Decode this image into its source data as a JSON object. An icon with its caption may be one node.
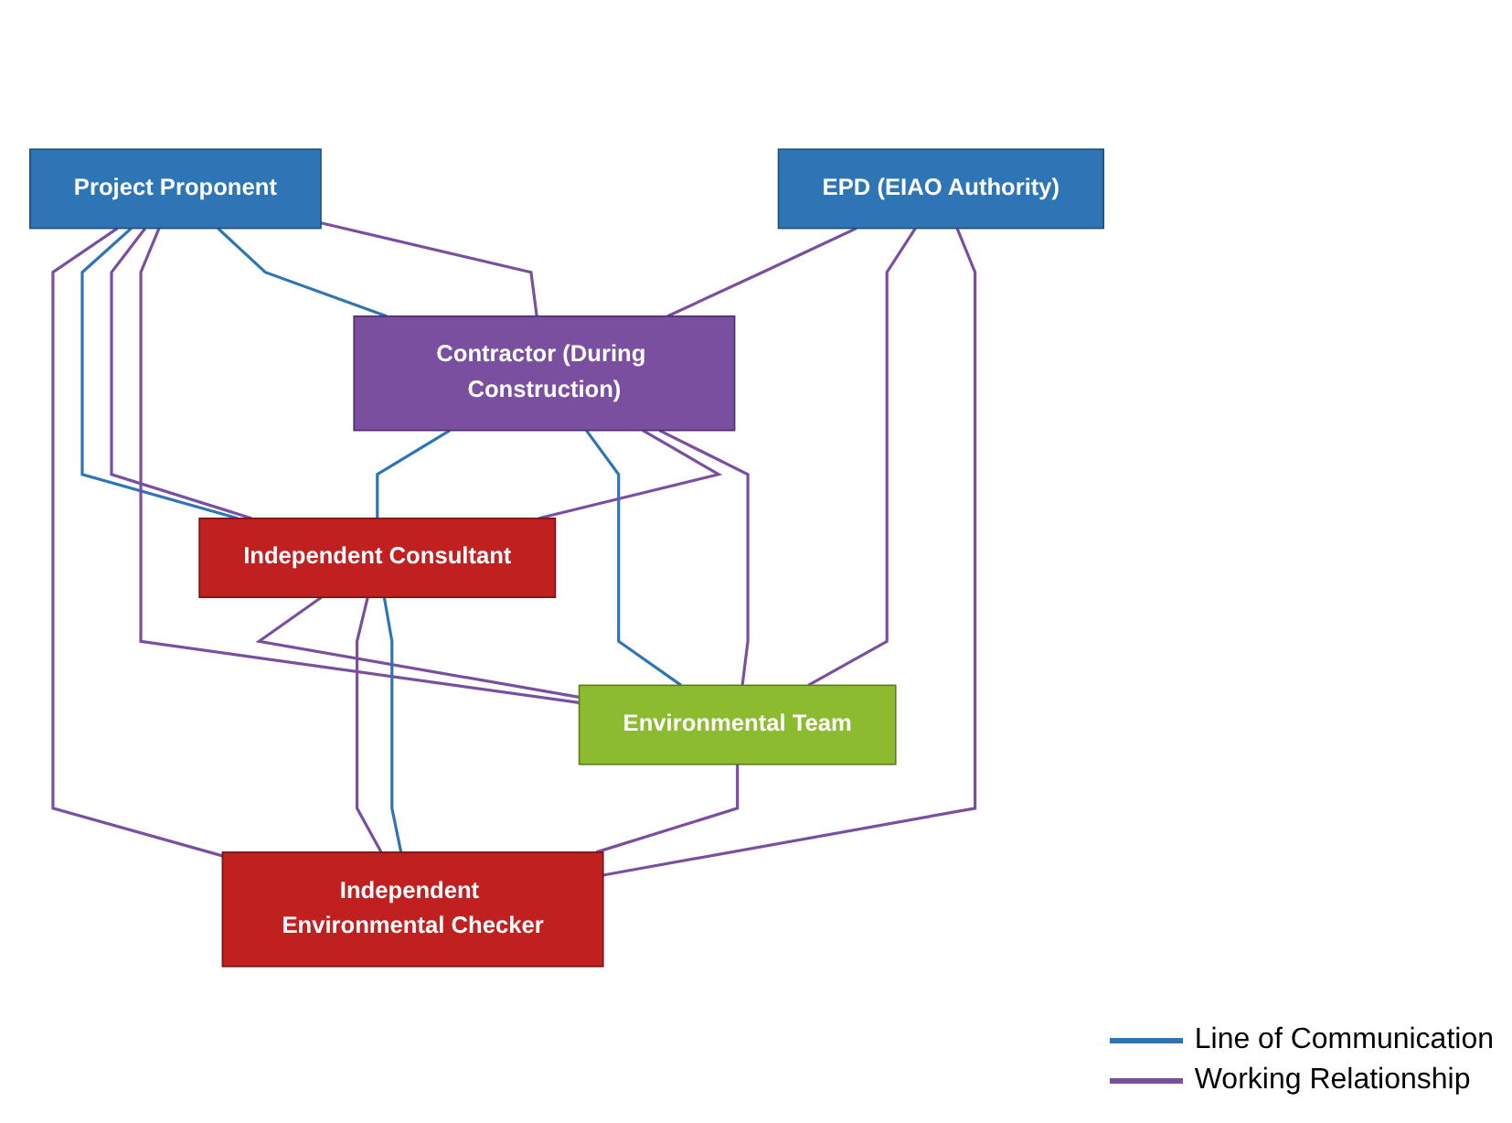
{
  "diagram": {
    "nodes": [
      {
        "text": [
          "Project Proponent"
        ]
      },
      {
        "text": [
          "Contractor (During Construction)"
        ]
      },
      {
        "text": [
          "EPD (EIAO Authority)"
        ]
      },
      {
        "text": [
          "Independent Consultant"
        ]
      },
      {
        "text": [
          "Environmental Team"
        ]
      },
      {
        "text": [
          "Independent Environmental Checker"
        ]
      }
    ],
    "edges": [
      {
        "from": 0,
        "to": 5,
        "arrow": "none"
      },
      {
        "from": 0,
        "to": 3,
        "arrow": "none",
        "color": "#2e75b6"
      },
      {
        "from": 0,
        "to": 3,
        "arrow": "none"
      },
      {
        "from": 0,
        "to": 4,
        "arrow": "none"
      },
      {
        "from": 0,
        "to": 1,
        "arrow": "none",
        "color": "#2e75b6"
      },
      {
        "from": 0,
        "to": 1,
        "arrow": "none"
      },
      {
        "from": 1,
        "to": 2,
        "arrow": "none"
      },
      {
        "from": 1,
        "to": 3,
        "arrow": "none",
        "color": "#2e75b6"
      },
      {
        "from": 1,
        "to": 4,
        "arrow": "none",
        "color": "#2e75b6"
      },
      {
        "from": 1,
        "to": 3,
        "arrow": "none"
      },
      {
        "from": 1,
        "to": 4,
        "arrow": "none"
      },
      {
        "from": 2,
        "to": 4,
        "arrow": "none"
      },
      {
        "from": 2,
        "to": 5,
        "arrow": "none"
      },
      {
        "from": 3,
        "to": 4,
        "arrow": "none"
      },
      {
        "from": 3,
        "to": 5,
        "arrow": "none"
      },
      {
        "from": 3,
        "to": 5,
        "arrow": "none",
        "color": "#2e75b6"
      },
      {
        "from": 4,
        "to": 5,
        "arrow": "none"
      }
    ],
    "legend": [
      {
        "text": "Line of Communication",
        "color": "#2e75b6"
      },
      {
        "text": "Working Relationship",
        "color": "#7b4fa0"
      }
    ]
  }
}
